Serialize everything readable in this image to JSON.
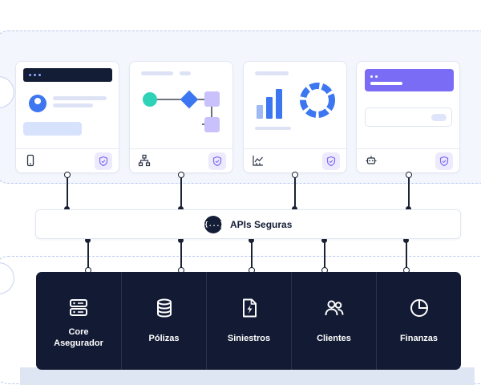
{
  "api_bar": {
    "badge": "{...}",
    "label": "APIs Seguras"
  },
  "modules": [
    {
      "footer_icon": "mobile-icon"
    },
    {
      "footer_icon": "sitemap-icon"
    },
    {
      "footer_icon": "chart-icon"
    },
    {
      "footer_icon": "robot-icon"
    }
  ],
  "systems": [
    {
      "label": "Core\nAsegurador",
      "icon": "server-icon"
    },
    {
      "label": "Pólizas",
      "icon": "database-icon"
    },
    {
      "label": "Siniestros",
      "icon": "file-bolt-icon"
    },
    {
      "label": "Clientes",
      "icon": "users-icon"
    },
    {
      "label": "Finanzas",
      "icon": "pie-chart-icon"
    }
  ],
  "colors": {
    "navy": "#131b34",
    "accent_purple": "#7b6cf6",
    "accent_blue": "#3c76f0",
    "teal": "#2ed3b7",
    "lavender": "#c9c1fb",
    "frame_bg": "#f3f6fd"
  }
}
